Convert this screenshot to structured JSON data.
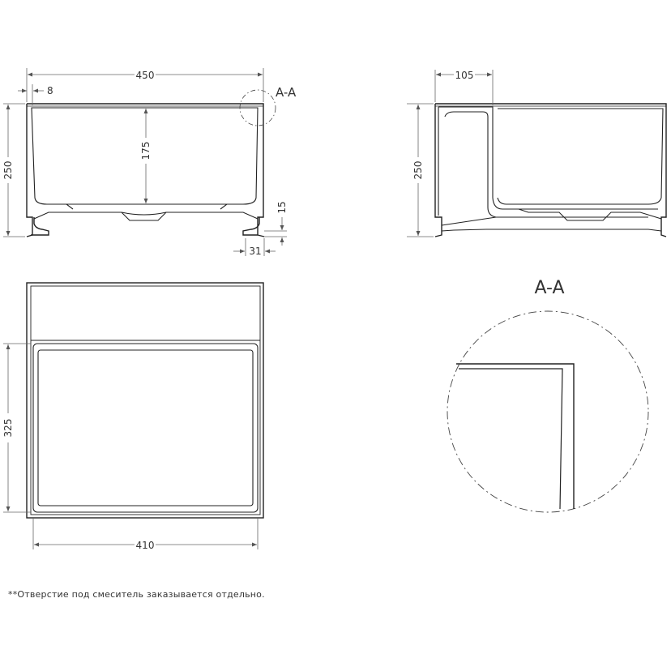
{
  "views": {
    "front": {
      "width_dim": "450",
      "side_dim": "8",
      "height_dim": "250",
      "depth_dim": "175",
      "foot_dim": "15",
      "drain_dim": "31",
      "section_marker": "A-A"
    },
    "side": {
      "shelf_dim": "105",
      "height_dim": "250"
    },
    "top": {
      "depth_dim": "325",
      "width_dim": "410"
    },
    "detail": {
      "title": "A-A"
    }
  },
  "note": "**Отверстие под смеситель заказывается отдельно."
}
